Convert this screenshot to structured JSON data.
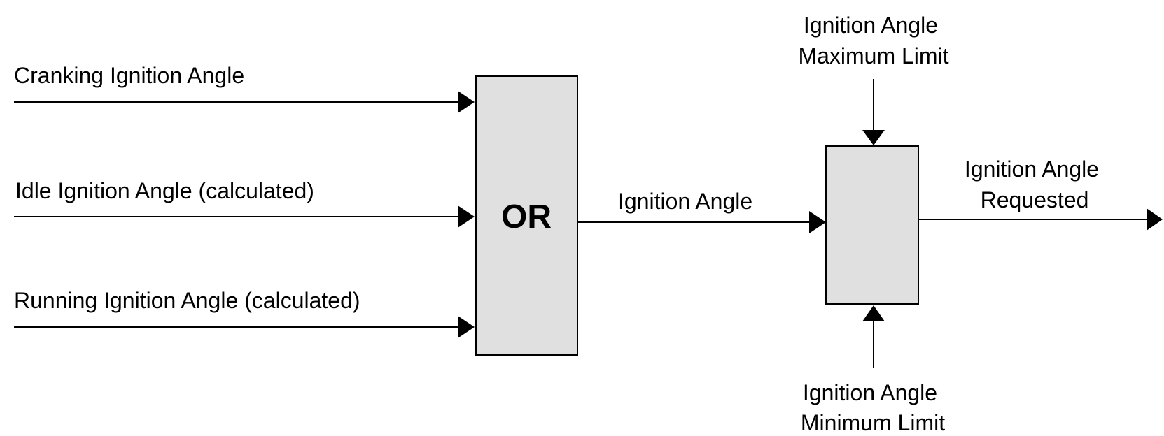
{
  "inputs": {
    "cranking": "Cranking Ignition Angle",
    "idle": "Idle Ignition Angle (calculated)",
    "running": "Running Ignition Angle (calculated)"
  },
  "or_block": {
    "label": "OR",
    "fill": "#e0e0e0"
  },
  "middle_signal": "Ignition Angle",
  "limiter_block": {
    "fill": "#e0e0e0",
    "max_limit": {
      "line1": "Ignition Angle",
      "line2": "Maximum Limit"
    },
    "min_limit": {
      "line1": "Ignition Angle",
      "line2": "Minimum Limit"
    }
  },
  "output": {
    "line1": "Ignition Angle",
    "line2": "Requested"
  },
  "colors": {
    "stroke": "#000000",
    "block_fill": "#e0e0e0",
    "background": "#ffffff"
  }
}
